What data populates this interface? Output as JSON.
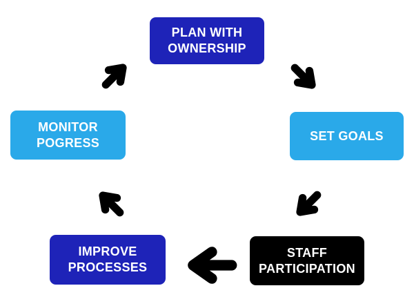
{
  "background": "#ffffff",
  "diagram": {
    "type": "cycle",
    "direction": "clockwise",
    "nodes": [
      {
        "id": "plan-with-ownership",
        "line1": "PLAN WITH",
        "line2": "OWNERSHIP",
        "bg": "#1E23B8",
        "text_color": "#FFFFFF"
      },
      {
        "id": "set-goals",
        "line1": "SET GOALS",
        "line2": "",
        "bg": "#2AA9E9",
        "text_color": "#FFFFFF"
      },
      {
        "id": "staff-participation",
        "line1": "STAFF",
        "line2": "PARTICIPATION",
        "bg": "#000000",
        "text_color": "#FFFFFF"
      },
      {
        "id": "improve-processes",
        "line1": "IMPROVE",
        "line2": "PROCESSES",
        "bg": "#1E23B8",
        "text_color": "#FFFFFF"
      },
      {
        "id": "monitor-pogress",
        "line1": "MONITOR",
        "line2": "POGRESS",
        "bg": "#2AA9E9",
        "text_color": "#FFFFFF"
      }
    ],
    "arrows": [
      {
        "id": "arrow-monitor-to-plan",
        "direction": "up-right",
        "color": "#000000"
      },
      {
        "id": "arrow-plan-to-setgoals",
        "direction": "down-right",
        "color": "#000000"
      },
      {
        "id": "arrow-setgoals-to-staff",
        "direction": "down-left",
        "color": "#000000"
      },
      {
        "id": "arrow-improve-to-monitor",
        "direction": "up-left",
        "color": "#000000"
      },
      {
        "id": "arrow-staff-to-improve",
        "direction": "left",
        "color": "#000000"
      }
    ]
  }
}
